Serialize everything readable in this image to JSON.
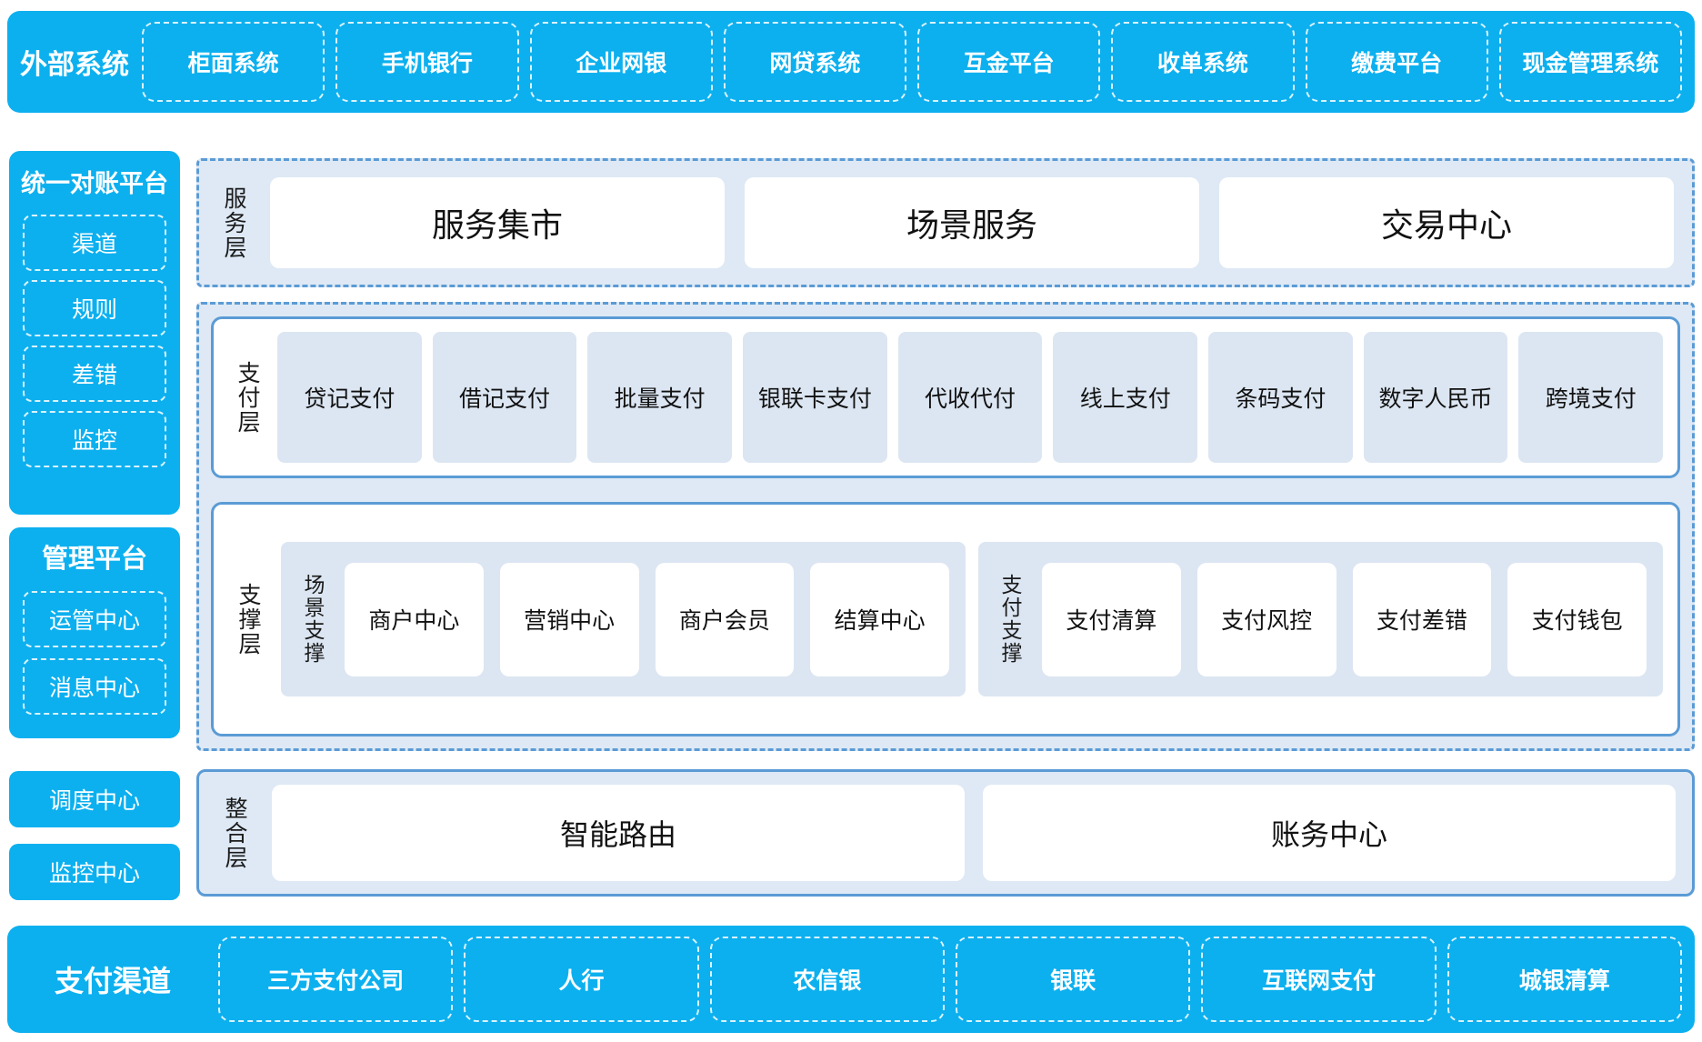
{
  "theme": {
    "cyan": "#0CB0EF",
    "panel_blue": "#5B9BD5",
    "panel_fill": "#DEE9F5",
    "tile_fill": "#DCE6F2",
    "white": "#FFFFFF"
  },
  "external_systems": {
    "title": "外部系统",
    "items": [
      "柜面系统",
      "手机银行",
      "企业网银",
      "网贷系统",
      "互金平台",
      "收单系统",
      "缴费平台",
      "现金管理系统"
    ]
  },
  "sidebar": {
    "reconciliation": {
      "title": "统一对账平台",
      "items": [
        "渠道",
        "规则",
        "差错",
        "监控"
      ]
    },
    "management": {
      "title": "管理平台",
      "items": [
        "运管中心",
        "消息中心"
      ]
    },
    "standalone": [
      "调度中心",
      "监控中心"
    ]
  },
  "service_layer": {
    "label": "服务层",
    "items": [
      "服务集市",
      "场景服务",
      "交易中心"
    ]
  },
  "payment_layer": {
    "label": "支付层",
    "items": [
      "贷记支付",
      "借记支付",
      "批量支付",
      "银联卡支付",
      "代收代付",
      "线上支付",
      "条码支付",
      "数字人民币",
      "跨境支付"
    ]
  },
  "support_layer": {
    "label": "支撑层",
    "groups": [
      {
        "label": "场景支撑",
        "items": [
          "商户中心",
          "营销中心",
          "商户会员",
          "结算中心"
        ]
      },
      {
        "label": "支付支撑",
        "items": [
          "支付清算",
          "支付风控",
          "支付差错",
          "支付钱包"
        ]
      }
    ]
  },
  "integration_layer": {
    "label": "整合层",
    "items": [
      "智能路由",
      "账务中心"
    ]
  },
  "payment_channels": {
    "title": "支付渠道",
    "items": [
      "三方支付公司",
      "人行",
      "农信银",
      "银联",
      "互联网支付",
      "城银清算"
    ]
  }
}
